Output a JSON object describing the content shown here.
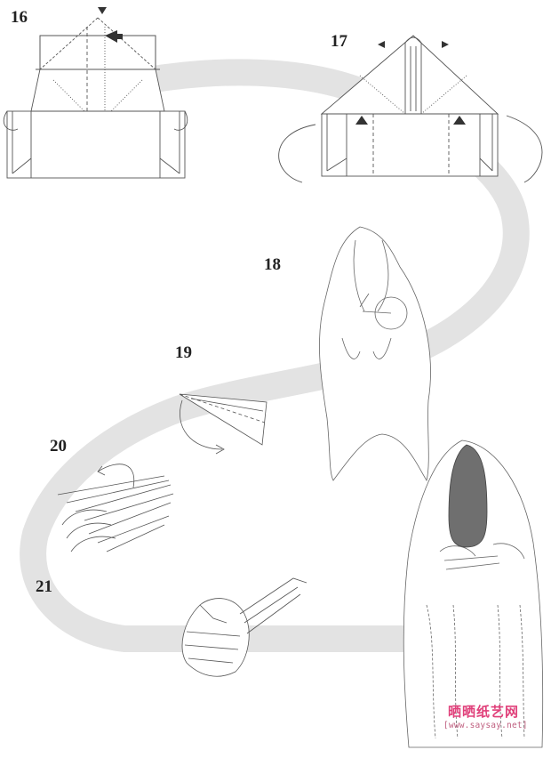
{
  "steps": [
    {
      "number": "16"
    },
    {
      "number": "17"
    },
    {
      "number": "18"
    },
    {
      "number": "19"
    },
    {
      "number": "20"
    },
    {
      "number": "21"
    }
  ],
  "watermark": {
    "site_name": "晒晒纸艺网",
    "url": "[www.saysay.net]"
  },
  "colors": {
    "path_band": "#e3e3e3",
    "line": "#555555",
    "shaded_face": "#6f6f6f",
    "watermark_pink": "#e0407a",
    "watermark_magenta": "#d0206a"
  },
  "icons": [
    "valley-arrow-icon",
    "push-arrow-icon",
    "rotate-arrow-icon",
    "pleat-arrow-icon"
  ]
}
